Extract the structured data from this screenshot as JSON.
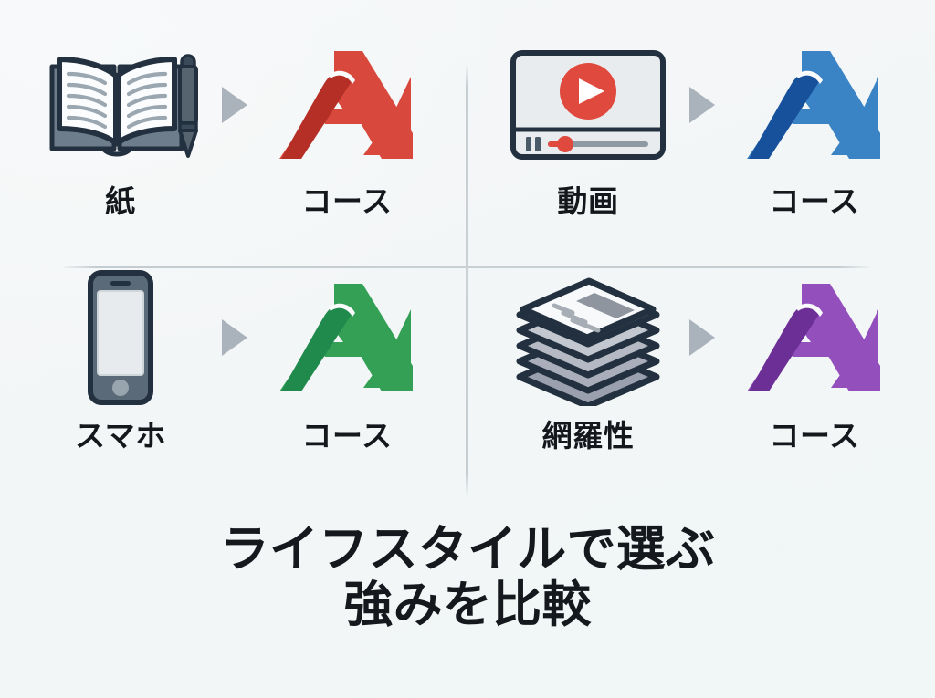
{
  "background": {
    "base_color": "#f3f6f7",
    "tint_color": "#f0f7f6"
  },
  "divider": {
    "color": "#c7d0d3"
  },
  "arrow": {
    "icon": "triangle-right-arrow",
    "color": "#aab3bb"
  },
  "quadrants": [
    {
      "id": "paper",
      "source": {
        "icon": "open-book-with-pen-icon",
        "label": "紙"
      },
      "result": {
        "icon": "course-logo-mark",
        "label": "コース",
        "color_main": "#d9483c",
        "color_dark": "#b62f26"
      }
    },
    {
      "id": "video",
      "source": {
        "icon": "video-player-icon",
        "label": "動画"
      },
      "result": {
        "icon": "course-logo-mark",
        "label": "コース",
        "color_main": "#3a83c4",
        "color_dark": "#17519c"
      }
    },
    {
      "id": "smartphone",
      "source": {
        "icon": "smartphone-icon",
        "label": "スマホ"
      },
      "result": {
        "icon": "course-logo-mark",
        "label": "コース",
        "color_main": "#34a056",
        "color_dark": "#1f8a4c"
      }
    },
    {
      "id": "coverage",
      "source": {
        "icon": "document-stack-icon",
        "label": "網羅性"
      },
      "result": {
        "icon": "course-logo-mark",
        "label": "コース",
        "color_main": "#9350bd",
        "color_dark": "#6b2f96"
      }
    }
  ],
  "headline": {
    "line1": "ライフスタイルで選ぶ",
    "line2": "強みを比較"
  }
}
